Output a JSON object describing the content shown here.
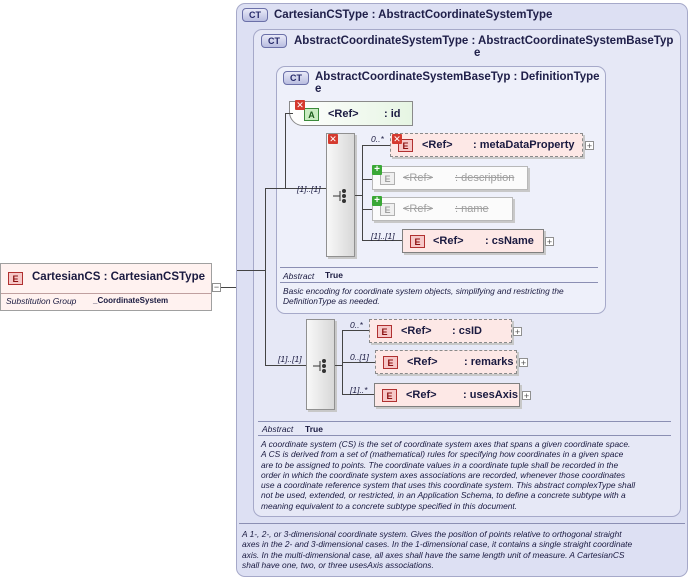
{
  "root": {
    "badge": "E",
    "name": "CartesianCS : CartesianCSType",
    "subst_label": "Substitution Group",
    "subst_value": "_CoordinateSystem"
  },
  "types": {
    "cartesian": {
      "badge": "CT",
      "title": "CartesianCSType : AbstractCoordinateSystemType",
      "doc": [
        "A 1-, 2-, or 3-dimensional coordinate system. Gives the position of points relative to orthogonal straight",
        "axes in the 2- and 3-dimensional cases. In the 1-dimensional case, it contains a single straight coordinate",
        "axis. In the multi-dimensional case, all axes shall have the same length unit of measure. A CartesianCS",
        "shall have one, two, or three usesAxis associations."
      ]
    },
    "abstract_cs": {
      "badge": "CT",
      "title_line1": "AbstractCoordinateSystemType : AbstractCoordinateSystemBaseTyp",
      "title_line2": "e",
      "abstract_label": "Abstract",
      "abstract_value": "True",
      "doc": [
        "A coordinate system (CS) is the set of coordinate system axes that spans a given coordinate space.",
        "A CS is derived from a set of (mathematical) rules for specifying how coordinates in a given space",
        "are to be assigned to points. The coordinate values in a coordinate tuple shall be recorded in the",
        "order in which the coordinate system axes associations are recorded, whenever those coordinates",
        "use a coordinate reference system that uses this coordinate system. This abstract complexType shall",
        "not be used, extended, or restricted, in an Application Schema, to define a concrete subtype with a",
        "meaning equivalent to a concrete subtype specified in this document."
      ]
    },
    "base": {
      "badge": "CT",
      "title_line1": "AbstractCoordinateSystemBaseTyp : DefinitionType",
      "title_line2": "e",
      "abstract_label": "Abstract",
      "abstract_value": "True",
      "doc": [
        "Basic encoding for coordinate system objects, simplifying and restricting the",
        "DefinitionType as needed."
      ]
    }
  },
  "attribute": {
    "badge": "A",
    "ref": "<Ref>",
    "name": ": id"
  },
  "base_sequence_card": "[1]..[1]",
  "base_elements": [
    {
      "badge": "E",
      "ref": "<Ref>",
      "name": ": metaDataProperty",
      "card": "0..*"
    },
    {
      "badge": "E",
      "ref": "<Ref>",
      "name": ": description",
      "card": ""
    },
    {
      "badge": "E",
      "ref": "<Ref>",
      "name": ": name",
      "card": ""
    },
    {
      "badge": "E",
      "ref": "<Ref>",
      "name": ": csName",
      "card": "[1]..[1]"
    }
  ],
  "cs_sequence_card": "[1]..[1]",
  "cs_elements": [
    {
      "badge": "E",
      "ref": "<Ref>",
      "name": ": csID",
      "card": "0..*"
    },
    {
      "badge": "E",
      "ref": "<Ref>",
      "name": ": remarks",
      "card": "0..[1]"
    },
    {
      "badge": "E",
      "ref": "<Ref>",
      "name": ": usesAxis",
      "card": "[1]..*"
    }
  ],
  "icons": {
    "restricted": "x-icon",
    "added": "plus-icon",
    "expand": "+"
  }
}
